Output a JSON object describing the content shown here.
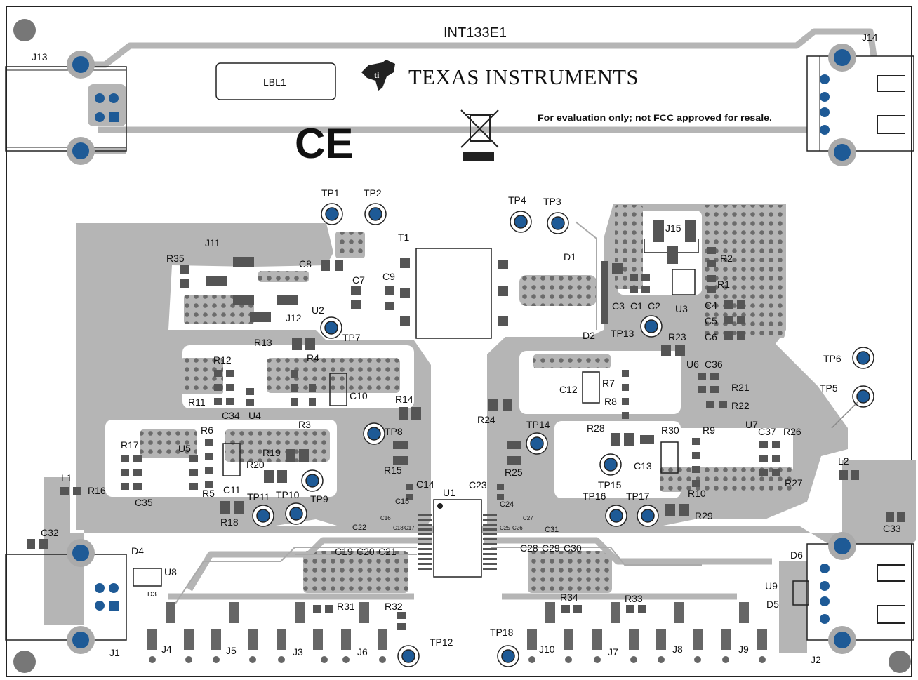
{
  "board": {
    "title": "INT133E1",
    "company": "TEXAS INSTRUMENTS",
    "notice": "For evaluation only; not FCC approved for resale.",
    "label_box": "LBL1",
    "ce_mark": "CE",
    "colors": {
      "copper": "#b5b5b5",
      "via": "#1e5a96",
      "silk": "#111111",
      "background": "#ffffff"
    }
  },
  "labels": {
    "J13": "J13",
    "J14": "J14",
    "J1": "J1",
    "J2": "J2",
    "J3": "J3",
    "J4": "J4",
    "J5": "J5",
    "J6": "J6",
    "J7": "J7",
    "J8": "J8",
    "J9": "J9",
    "J10": "J10",
    "J11": "J11",
    "J12": "J12",
    "J15": "J15",
    "TP1": "TP1",
    "TP2": "TP2",
    "TP3": "TP3",
    "TP4": "TP4",
    "TP5": "TP5",
    "TP6": "TP6",
    "TP7": "TP7",
    "TP8": "TP8",
    "TP9": "TP9",
    "TP10": "TP10",
    "TP11": "TP11",
    "TP12": "TP12",
    "TP13": "TP13",
    "TP14": "TP14",
    "TP15": "TP15",
    "TP16": "TP16",
    "TP17": "TP17",
    "TP18": "TP18",
    "T1": "T1",
    "U1": "U1",
    "U2": "U2",
    "U3": "U3",
    "U4": "U4",
    "U5": "U5",
    "U6": "U6",
    "U7": "U7",
    "U8": "U8",
    "U9": "U9",
    "D1": "D1",
    "D2": "D2",
    "D3": "D3",
    "D4": "D4",
    "D5": "D5",
    "D6": "D6",
    "L1": "L1",
    "L2": "L2",
    "R1": "R1",
    "R2": "R2",
    "R3": "R3",
    "R4": "R4",
    "R5": "R5",
    "R6": "R6",
    "R7": "R7",
    "R8": "R8",
    "R9": "R9",
    "R10": "R10",
    "R11": "R11",
    "R12": "R12",
    "R13": "R13",
    "R14": "R14",
    "R15": "R15",
    "R16": "R16",
    "R17": "R17",
    "R18": "R18",
    "R19": "R19",
    "R20": "R20",
    "R21": "R21",
    "R22": "R22",
    "R23": "R23",
    "R24": "R24",
    "R25": "R25",
    "R26": "R26",
    "R27": "R27",
    "R28": "R28",
    "R29": "R29",
    "R30": "R30",
    "R31": "R31",
    "R32": "R32",
    "R33": "R33",
    "R34": "R34",
    "R35": "R35",
    "C1": "C1",
    "C2": "C2",
    "C3": "C3",
    "C4": "C4",
    "C5": "C5",
    "C6": "C6",
    "C7": "C7",
    "C8": "C8",
    "C9": "C9",
    "C10": "C10",
    "C11": "C11",
    "C12": "C12",
    "C13": "C13",
    "C14": "C14",
    "C15": "C15",
    "C16": "C16",
    "C17": "C17",
    "C18": "C18",
    "C19": "C19",
    "C20": "C20",
    "C21": "C21",
    "C22": "C22",
    "C23": "C23",
    "C24": "C24",
    "C25": "C25",
    "C26": "C26",
    "C27": "C27",
    "C28": "C28",
    "C29": "C29",
    "C30": "C30",
    "C31": "C31",
    "C32": "C32",
    "C33": "C33",
    "C34": "C34",
    "C35": "C35",
    "C36": "C36",
    "C37": "C37"
  }
}
